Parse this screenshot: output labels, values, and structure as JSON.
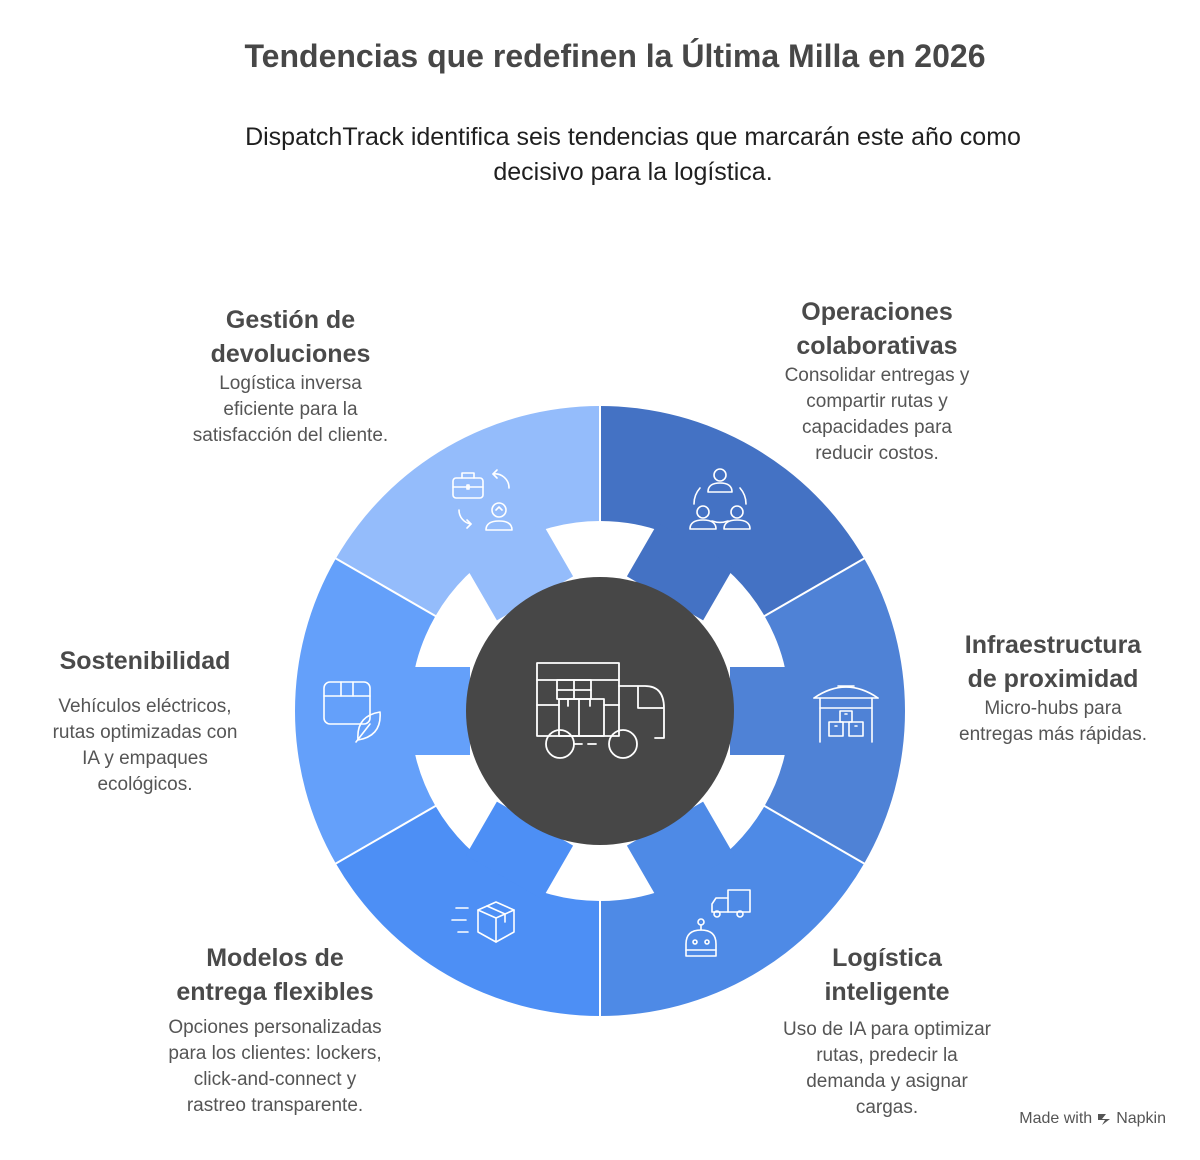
{
  "title": "Tendencias que redefinen la Última Milla en 2026",
  "subtitle": [
    "DispatchTrack identifica seis tendencias que marcarán este año como",
    "decisivo para la logística."
  ],
  "center_icon": "delivery-truck-icon",
  "segments": [
    {
      "id": "operaciones",
      "title": [
        "Operaciones",
        "colaborativas"
      ],
      "description": [
        "Consolidar entregas y",
        "compartir rutas y",
        "capacidades para",
        "reducir costos."
      ],
      "icon": "team-collaboration-icon",
      "color": "#4472C4"
    },
    {
      "id": "infraestructura",
      "title": [
        "Infraestructura",
        "de proximidad"
      ],
      "description": [
        "Micro-hubs para",
        "entregas más rápidas."
      ],
      "icon": "warehouse-icon",
      "color": "#4F82D6"
    },
    {
      "id": "logistica",
      "title": [
        "Logística",
        "inteligente"
      ],
      "description": [
        "Uso de IA para optimizar",
        "rutas, predecir la",
        "demanda y asignar",
        "cargas."
      ],
      "icon": "robot-truck-icon",
      "color": "#4E8AE6"
    },
    {
      "id": "modelos",
      "title": [
        "Modelos de",
        "entrega flexibles"
      ],
      "description": [
        "Opciones personalizadas",
        "para los clientes: lockers,",
        "click-and-connect y",
        "rastreo transparente."
      ],
      "icon": "fast-package-icon",
      "color": "#4D8FF5"
    },
    {
      "id": "sostenibilidad",
      "title": [
        "Sostenibilidad"
      ],
      "description": [
        "Vehículos eléctricos,",
        "rutas optimizadas con",
        "IA y empaques",
        "ecológicos."
      ],
      "icon": "eco-package-icon",
      "color": "#64A0FA"
    },
    {
      "id": "devoluciones",
      "title": [
        "Gestión de",
        "devoluciones"
      ],
      "description": [
        "Logística inversa",
        "eficiente para la",
        "satisfacción del cliente."
      ],
      "icon": "returns-icon",
      "color": "#94BCFB"
    }
  ],
  "footer": {
    "prefix": "Made with",
    "brand": "Napkin"
  }
}
